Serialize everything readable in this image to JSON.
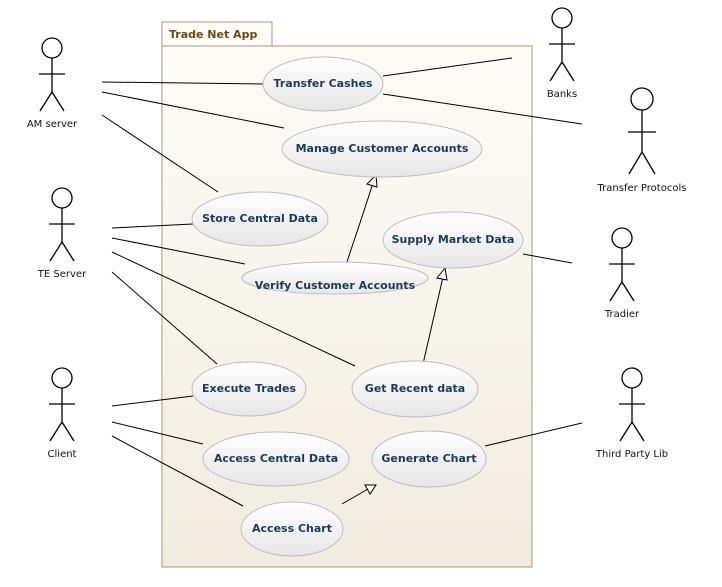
{
  "system": {
    "name": "Trade Net App"
  },
  "actors": {
    "am_server": "AM server",
    "te_server": "TE Server",
    "client": "Client",
    "banks": "Banks",
    "transfer_protocols": "Transfer Protocols",
    "tradier": "Tradier",
    "third_party_lib": "Third Party Lib"
  },
  "use_cases": {
    "transfer_cashes": "Transfer Cashes",
    "manage_customer_accounts": "Manage Customer Accounts",
    "store_central_data": "Store Central Data",
    "supply_market_data": "Supply Market Data",
    "verify_customer_accounts": "Verify Customer Accounts",
    "execute_trades": "Execute Trades",
    "get_recent_data": "Get Recent data",
    "access_central_data": "Access Central Data",
    "generate_chart": "Generate Chart",
    "access_chart": "Access Chart"
  }
}
